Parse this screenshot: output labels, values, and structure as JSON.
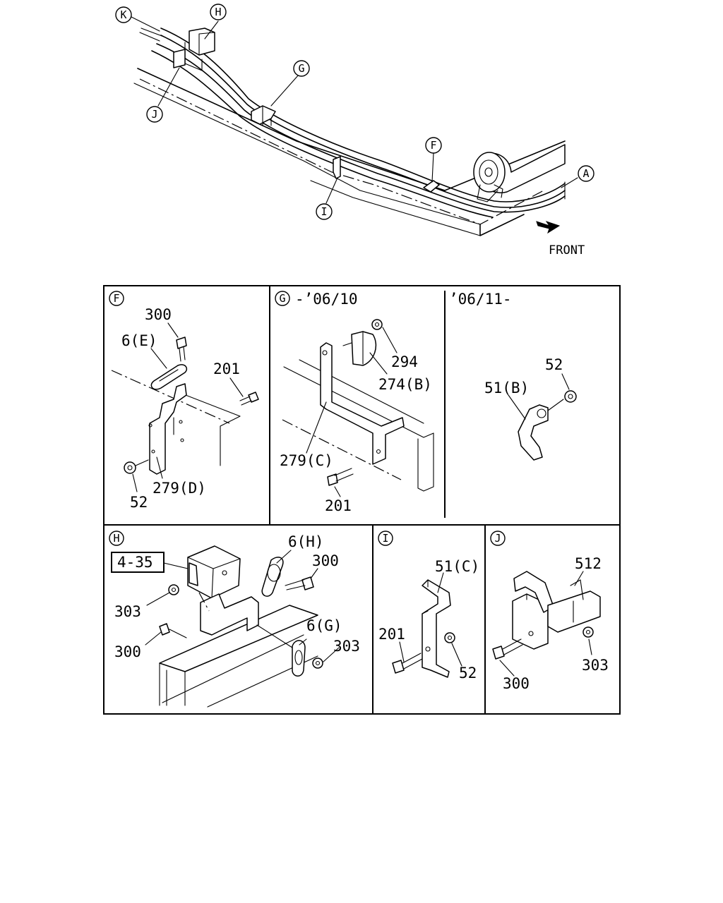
{
  "overview": {
    "callouts": {
      "K": "K",
      "H": "H",
      "G": "G",
      "J": "J",
      "F": "F",
      "I": "I",
      "A": "A"
    },
    "front_label": "FRONT"
  },
  "panel_f": {
    "letter": "F",
    "parts": {
      "p300": "300",
      "p6e": "6(E)",
      "p201": "201",
      "p52": "52",
      "p279d": "279(D)"
    }
  },
  "panel_g": {
    "letter": "G",
    "date": "-’06/10",
    "parts": {
      "p294": "294",
      "p274b": "274(B)",
      "p279c": "279(C)",
      "p201": "201"
    }
  },
  "panel_g2": {
    "date": "’06/11-",
    "parts": {
      "p52": "52",
      "p51b": "51(B)"
    }
  },
  "panel_h": {
    "letter": "H",
    "ref_box": "4-35",
    "parts": {
      "p6h": "6(H)",
      "p300a": "300",
      "p303a": "303",
      "p300b": "300",
      "p6g": "6(G)",
      "p303b": "303"
    }
  },
  "panel_i": {
    "letter": "I",
    "parts": {
      "p51c": "51(C)",
      "p201": "201",
      "p52": "52"
    }
  },
  "panel_j": {
    "letter": "J",
    "parts": {
      "p512": "512",
      "p300": "300",
      "p303": "303"
    }
  }
}
